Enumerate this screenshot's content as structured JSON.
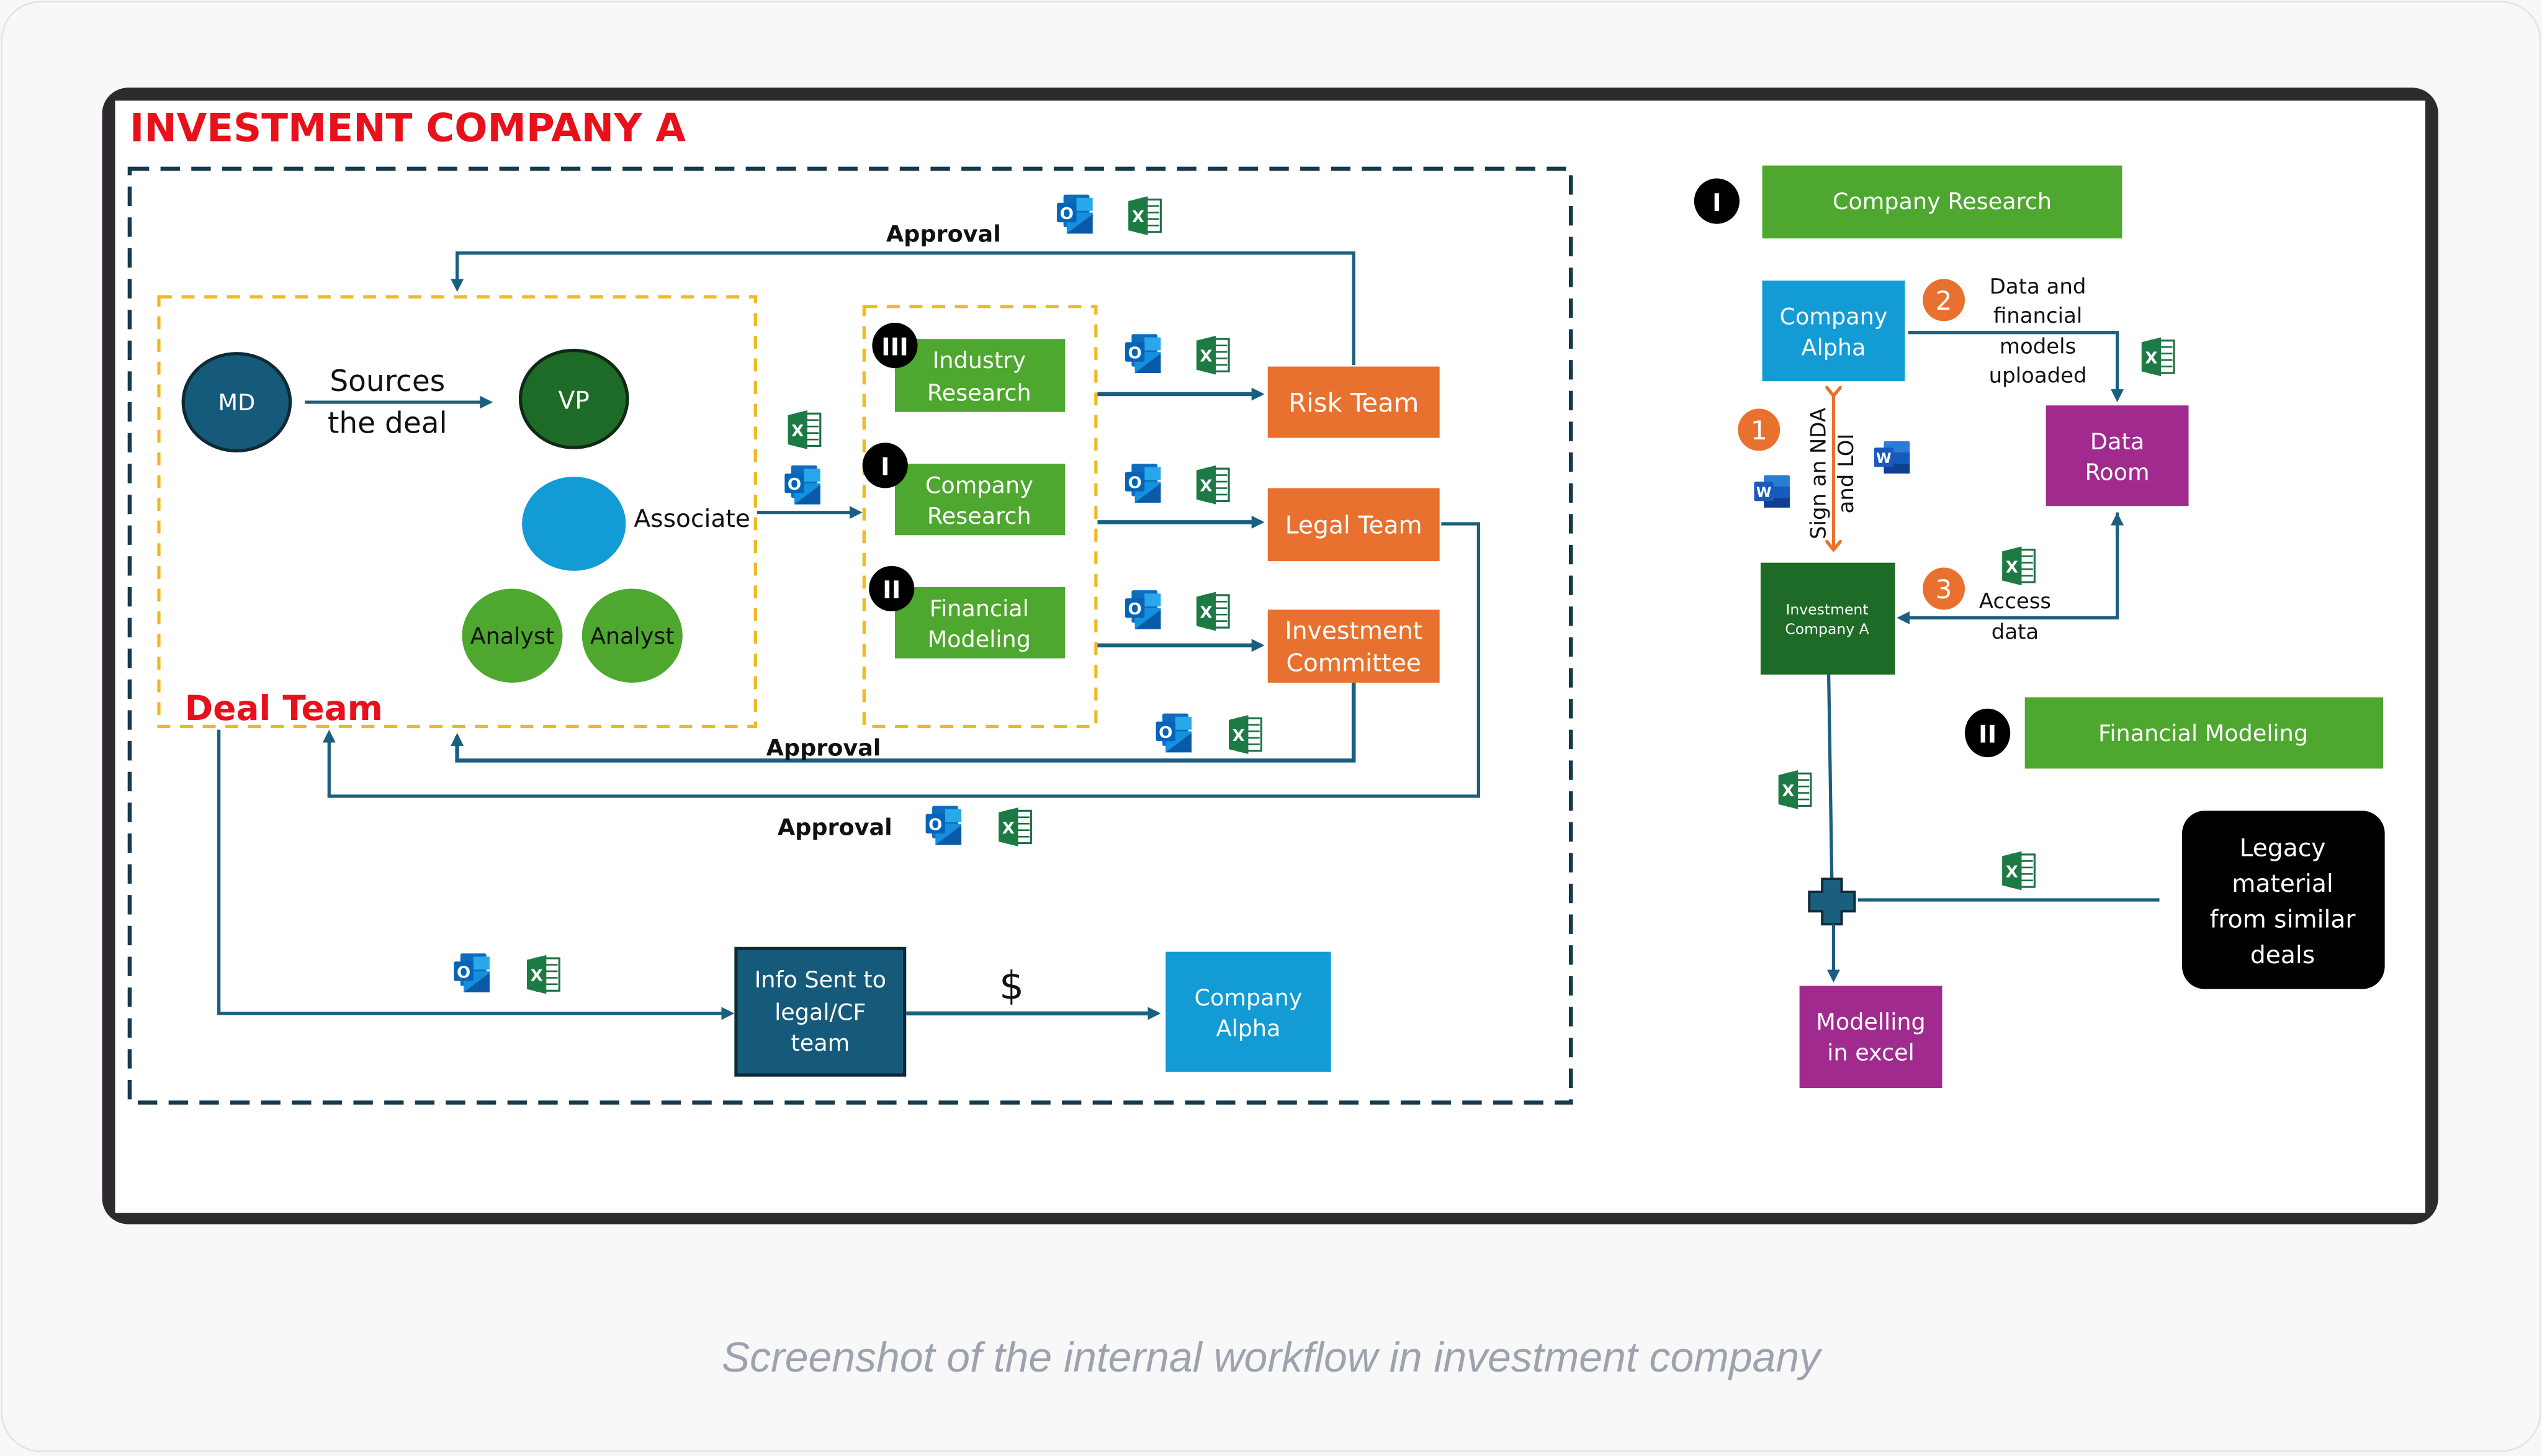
{
  "title": "INVESTMENT COMPANY A",
  "caption": "Screenshot of the internal workflow in investment company",
  "colors": {
    "title_red": "#e8101a",
    "flow_blue": "#1a5f7e",
    "dark_navy": "#155a7a",
    "dark_green": "#1e6b27",
    "green": "#4ea72e",
    "light_blue": "#129bd5",
    "orange": "#e9712f",
    "purple": "#a12a8e",
    "yellow_dash": "#f0b920",
    "frame": "#2f2a2f"
  },
  "deal_team": {
    "label": "Deal Team",
    "md": "MD",
    "sources_line1": "Sources",
    "sources_line2": "the deal",
    "vp": "VP",
    "associate": "Associate",
    "analyst_1": "Analyst",
    "analyst_2": "Analyst"
  },
  "research": {
    "industry": {
      "badge": "III",
      "line1": "Industry",
      "line2": "Research"
    },
    "company": {
      "badge": "I",
      "line1": "Company",
      "line2": "Research"
    },
    "financial": {
      "badge": "II",
      "line1": "Financial",
      "line2": "Modeling"
    }
  },
  "teams": {
    "risk": "Risk Team",
    "legal": "Legal Team",
    "ic_line1": "Investment",
    "ic_line2": "Committee"
  },
  "approvals": {
    "top": "Approval",
    "middle": "Approval",
    "bottom": "Approval"
  },
  "bottom_flow": {
    "info_line1": "Info Sent to",
    "info_line2": "legal/CF",
    "info_line3": "team",
    "dollar": "$",
    "company_line1": "Company",
    "company_line2": "Alpha"
  },
  "right_panel": {
    "company_research": {
      "badge": "I",
      "label": "Company Research"
    },
    "company_alpha": {
      "line1": "Company",
      "line2": "Alpha"
    },
    "step2": {
      "num": "2",
      "line1": "Data and",
      "line2": "financial",
      "line3": "models",
      "line4": "uploaded"
    },
    "data_room": {
      "line1": "Data",
      "line2": "Room"
    },
    "step1": {
      "num": "1",
      "line1": "Sign an NDA",
      "line2": "and LOI"
    },
    "inv_company": {
      "line1": "Investment",
      "line2": "Company A"
    },
    "step3": {
      "num": "3",
      "line1": "Access",
      "line2": "data"
    },
    "financial_modeling": {
      "badge": "II",
      "label": "Financial Modeling"
    },
    "legacy": {
      "line1": "Legacy",
      "line2": "material",
      "line3": "from similar",
      "line4": "deals"
    },
    "modelling": {
      "line1": "Modelling",
      "line2": "in excel"
    }
  },
  "icons": {
    "outlook_letter": "O",
    "excel_letter": "X",
    "word_letter": "W"
  }
}
